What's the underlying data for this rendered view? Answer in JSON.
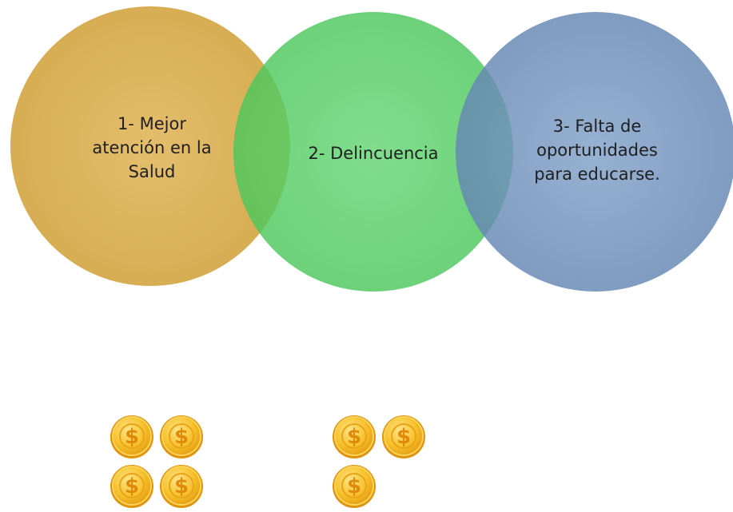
{
  "venn": {
    "circles": [
      {
        "lines": [
          "1- Mejor",
          "atención en la",
          "Salud"
        ],
        "color": "#D9AE4E"
      },
      {
        "lines": [
          "2- Delincuencia"
        ],
        "color": "#55CF66"
      },
      {
        "lines": [
          "3- Falta de",
          "oportunidades",
          "para educarse."
        ],
        "color": "#6F93BE"
      }
    ]
  },
  "coin_groups": [
    {
      "coins": 4,
      "icon": "dollar-coin-icon",
      "color": "#F2B41A"
    },
    {
      "coins": 3,
      "icon": "dollar-coin-icon",
      "color": "#F2B41A"
    }
  ]
}
